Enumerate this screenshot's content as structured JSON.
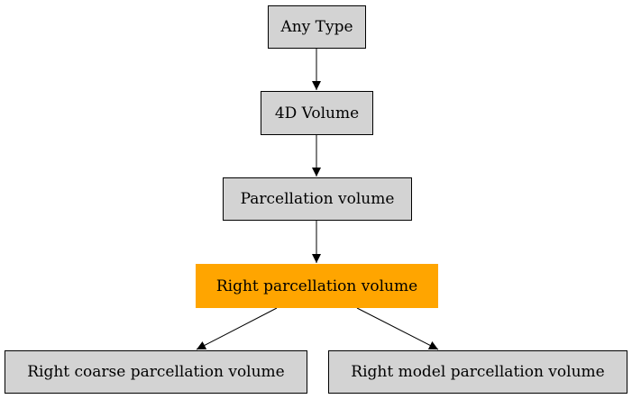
{
  "diagram": {
    "nodes": [
      {
        "id": "any-type",
        "label": "Any Type",
        "highlighted": false
      },
      {
        "id": "4d-volume",
        "label": "4D Volume",
        "highlighted": false
      },
      {
        "id": "parcellation-volume",
        "label": "Parcellation volume",
        "highlighted": false
      },
      {
        "id": "right-parcellation-volume",
        "label": "Right parcellation volume",
        "highlighted": true
      },
      {
        "id": "right-coarse-parcellation-volume",
        "label": "Right coarse parcellation volume",
        "highlighted": false
      },
      {
        "id": "right-model-parcellation-volume",
        "label": "Right model parcellation volume",
        "highlighted": false
      }
    ],
    "edges": [
      {
        "from": "any-type",
        "to": "4d-volume"
      },
      {
        "from": "4d-volume",
        "to": "parcellation-volume"
      },
      {
        "from": "parcellation-volume",
        "to": "right-parcellation-volume"
      },
      {
        "from": "right-parcellation-volume",
        "to": "right-coarse-parcellation-volume"
      },
      {
        "from": "right-parcellation-volume",
        "to": "right-model-parcellation-volume"
      }
    ],
    "colors": {
      "node_fill": "#d3d3d3",
      "highlight_fill": "#ffa500",
      "stroke": "#000000"
    }
  }
}
